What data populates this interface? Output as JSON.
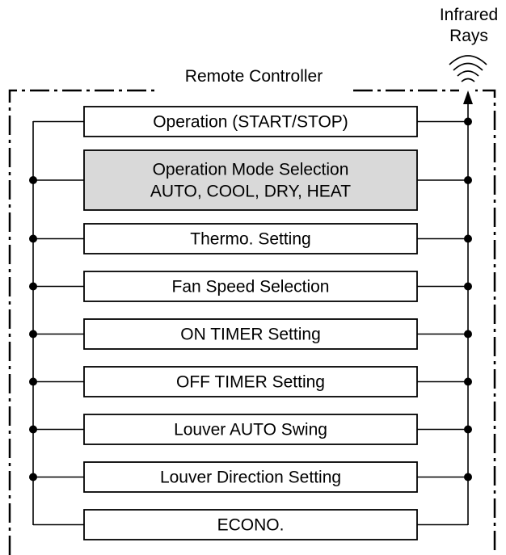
{
  "infrared": {
    "line1": "Infrared",
    "line2": "Rays"
  },
  "title": "Remote Controller",
  "functions": [
    {
      "lines": [
        "Operation (START/STOP)"
      ],
      "highlighted": false
    },
    {
      "lines": [
        "Operation Mode Selection",
        "AUTO, COOL, DRY, HEAT"
      ],
      "highlighted": true
    },
    {
      "lines": [
        "Thermo. Setting"
      ],
      "highlighted": false
    },
    {
      "lines": [
        "Fan Speed Selection"
      ],
      "highlighted": false
    },
    {
      "lines": [
        "ON TIMER Setting"
      ],
      "highlighted": false
    },
    {
      "lines": [
        "OFF TIMER Setting"
      ],
      "highlighted": false
    },
    {
      "lines": [
        "Louver AUTO Swing"
      ],
      "highlighted": false
    },
    {
      "lines": [
        "Louver Direction Setting"
      ],
      "highlighted": false
    },
    {
      "lines": [
        "ECONO."
      ],
      "highlighted": false
    }
  ],
  "colors": {
    "line": "#000000",
    "highlight_fill": "#d9d9d9",
    "box_fill": "#ffffff"
  }
}
